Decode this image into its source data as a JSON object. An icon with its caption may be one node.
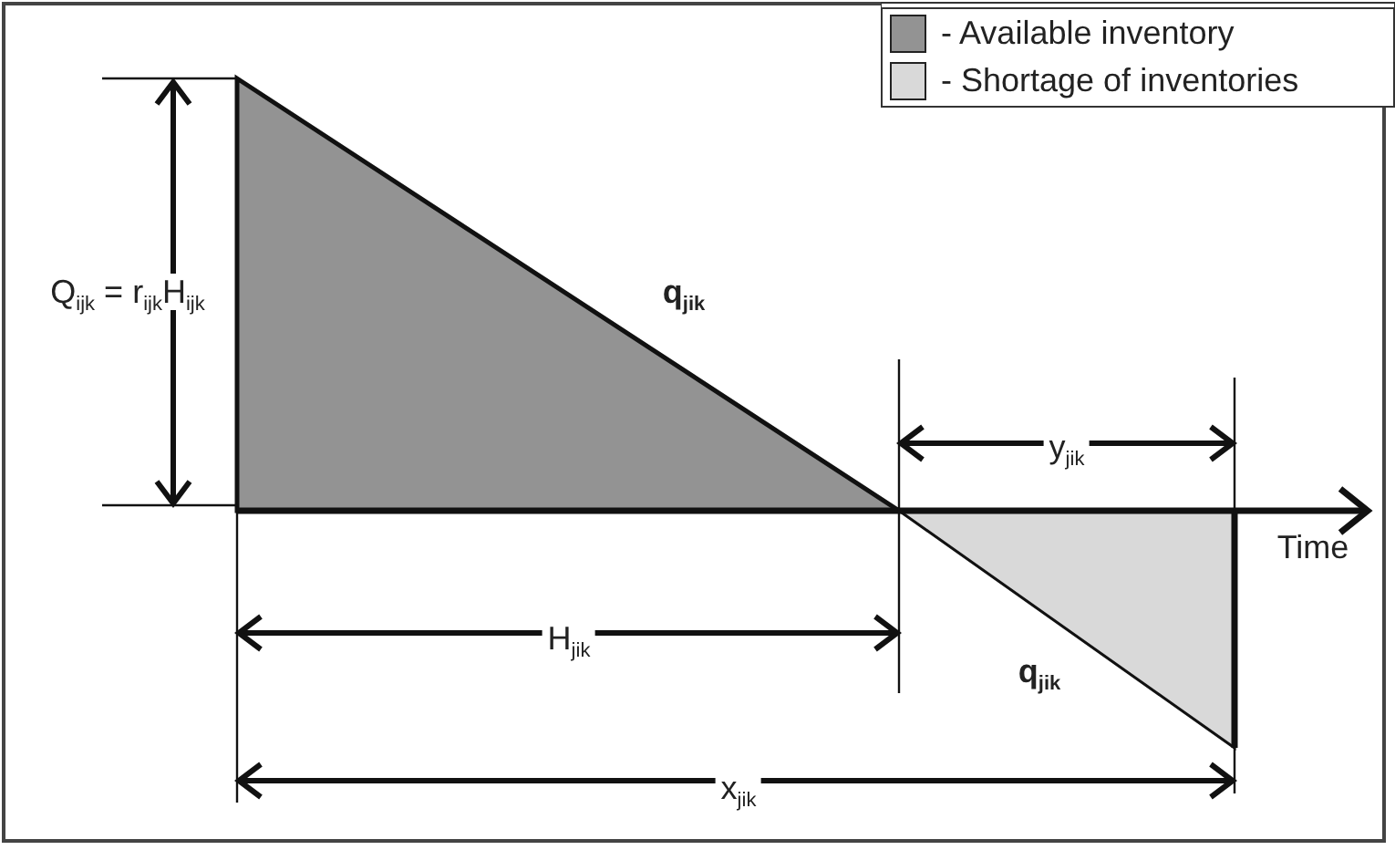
{
  "diagram": {
    "labels": [
      "Q$_{ijk}$ = r$_{ijk}$H$_{ijk}$",
      "q$_{jik}$",
      "y$_{jik}$",
      "Time",
      "H$_{jik}$",
      "q$_{jik}$",
      "x$_{jik}$"
    ],
    "legend": [
      {
        "text": "- Available inventory",
        "color": "#939393"
      },
      {
        "text": "- Shortage of inventories",
        "color": "#d9d9d9"
      }
    ]
  }
}
